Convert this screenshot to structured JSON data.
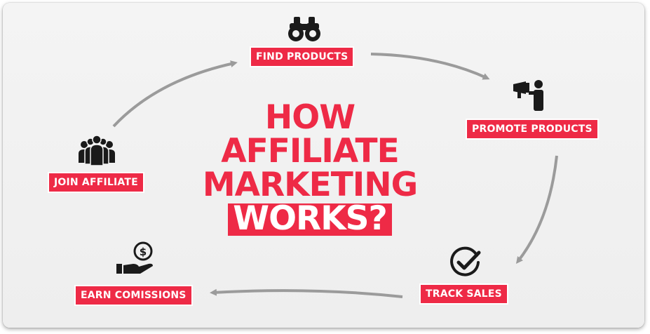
{
  "diagram": {
    "title_lines": [
      "HOW",
      "AFFILIATE",
      "MARKETING"
    ],
    "title_boxed": "WORKS?",
    "steps": [
      {
        "label": "FIND PRODUCTS",
        "icon": "binoculars-icon"
      },
      {
        "label": "PROMOTE PRODUCTS",
        "icon": "megaphone-person-icon"
      },
      {
        "label": "TRACK SALES",
        "icon": "checkmark-circle-icon"
      },
      {
        "label": "EARN COMISSIONS",
        "icon": "money-hand-icon"
      },
      {
        "label": "JOIN AFFILIATE",
        "icon": "group-people-icon"
      }
    ],
    "colors": {
      "accent": "#ee2a46",
      "arrow": "#9b9b9b",
      "icon": "#1a1a1a",
      "background": "#f2f2f2"
    }
  }
}
